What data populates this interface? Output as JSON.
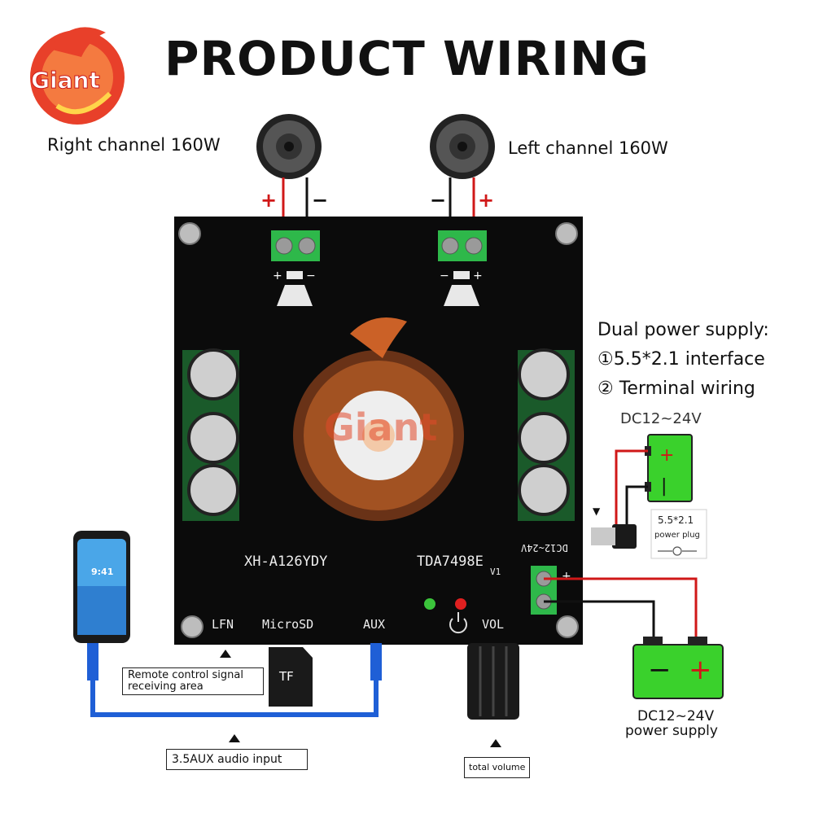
{
  "title": "PRODUCT WIRING",
  "logo_text": "Giant",
  "speakers": {
    "right_label": "Right channel 160W",
    "left_label": "Left channel 160W",
    "plus": "+",
    "minus": "−"
  },
  "board": {
    "model": "XH-A126YDY",
    "chip": "TDA7498E",
    "version": "V1",
    "dc_label": "DC12~24V",
    "ports": [
      "LFN",
      "MicroSD",
      "AUX",
      "VOL"
    ],
    "watermark": "Giant"
  },
  "power": {
    "heading": "Dual power supply:",
    "option1": "①5.5*2.1 interface",
    "option2": "② Terminal wiring",
    "dc_top": "DC12~24V",
    "plug_line1": "5.5*2.1",
    "plug_line2": "power plug",
    "supply_line1": "DC12~24V",
    "supply_line2": "power supply"
  },
  "phone": {
    "time": "9:41"
  },
  "callouts": {
    "remote": [
      "Remote control signal",
      "receiving area"
    ],
    "aux": "3.5AUX audio input",
    "volume": "total volume",
    "tf": "TF"
  },
  "colors": {
    "board": "#0b0b0b",
    "wire_red": "#d01818",
    "wire_black": "#111111",
    "battery_green": "#3ad12c",
    "cable_blue": "#1f5fd6"
  }
}
